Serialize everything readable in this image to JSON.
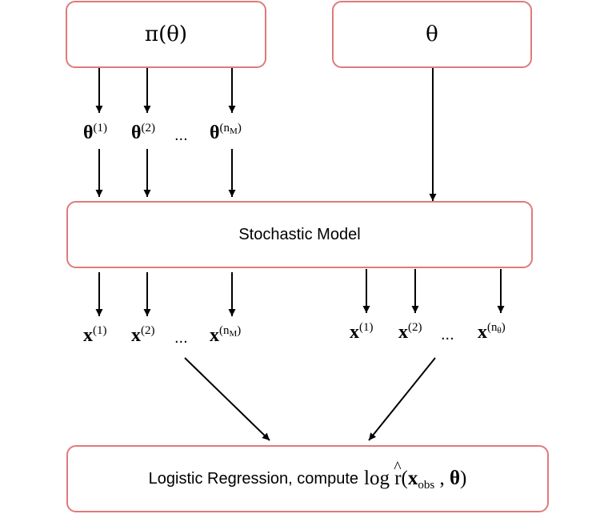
{
  "nodes": {
    "prior": "π(θ)",
    "theta": "θ",
    "model": "Stochastic Model",
    "regression_prefix": "Logistic Regression, compute",
    "regression_log": "log",
    "regression_r": "r",
    "regression_x": "x",
    "regression_obs": "obs",
    "regression_theta": "θ"
  },
  "samples": {
    "theta_symbol": "θ",
    "x_symbol": "x",
    "idx_1": "(1)",
    "idx_2": "(2)",
    "idx_open": "(n",
    "idx_close": ")",
    "sub_M": "M",
    "sub_theta": "θ",
    "ellipsis": "..."
  }
}
